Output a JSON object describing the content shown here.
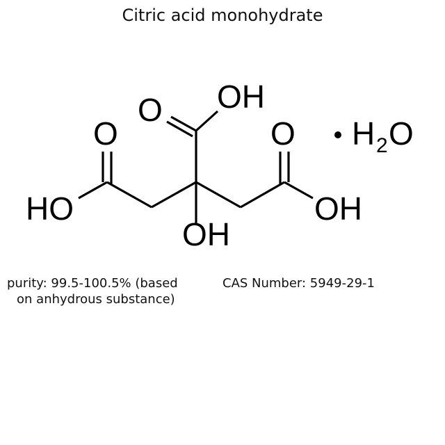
{
  "title": "Citric acid monohydrate",
  "structure": {
    "atoms": {
      "top_o": "O",
      "top_oh": "OH",
      "left_o": "O",
      "left_ho": "HO",
      "right_o": "O",
      "right_oh": "OH",
      "center_oh": "OH",
      "water_dot": "•",
      "water_h": "H",
      "water_sub": "2",
      "water_o": "O"
    }
  },
  "info": {
    "purity_line1": "purity: 99.5-100.5% (based",
    "purity_line2": "on anhydrous substance)",
    "cas": "CAS Number: 5949-29-1"
  }
}
